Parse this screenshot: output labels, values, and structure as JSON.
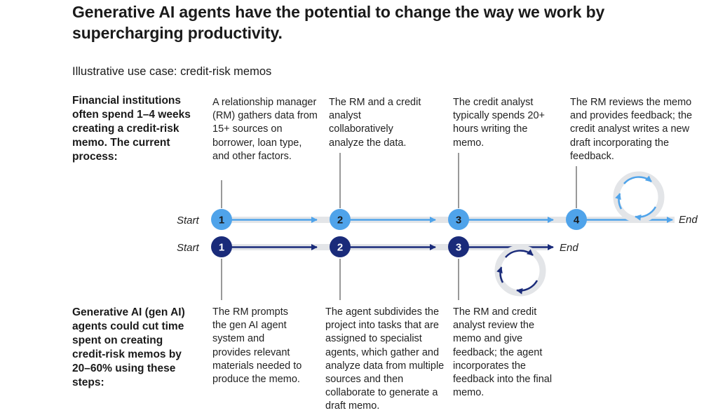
{
  "title": "Generative AI agents have the potential to change the way we work by supercharging productivity.",
  "subtitle": "Illustrative use case: credit-risk memos",
  "current": {
    "label": "Financial institutions often spend 1–4 weeks creating a credit-risk memo. The current process:",
    "start": "Start",
    "end": "End",
    "color": "#4fa3ea",
    "steps": [
      {
        "number": "1",
        "text": "A relationship manager (RM) gathers data from 15+ sources on borrower, loan type, and other factors."
      },
      {
        "number": "2",
        "text": "The RM and a credit analyst collaboratively analyze the data."
      },
      {
        "number": "3",
        "text": "The credit analyst typically spends 20+ hours writing the memo."
      },
      {
        "number": "4",
        "text": "The RM reviews the memo and provides feedback; the credit analyst writes a new draft incorporating the feedback."
      }
    ]
  },
  "genai": {
    "label": "Generative AI (gen AI) agents could cut time spent on creating credit-risk memos by 20–60% using these steps:",
    "start": "Start",
    "end": "End",
    "color": "#1a2b7a",
    "steps": [
      {
        "number": "1",
        "text": "The RM prompts the gen AI agent system and provides relevant materials needed to produce the memo."
      },
      {
        "number": "2",
        "text": "The agent subdivides the project into tasks that are assigned to specialist agents, which gather and analyze data from multiple sources and then collaborate to generate a draft memo."
      },
      {
        "number": "3",
        "text": "The RM and credit analyst review the memo and give feedback; the agent incorporates the feedback into the final memo."
      }
    ]
  }
}
